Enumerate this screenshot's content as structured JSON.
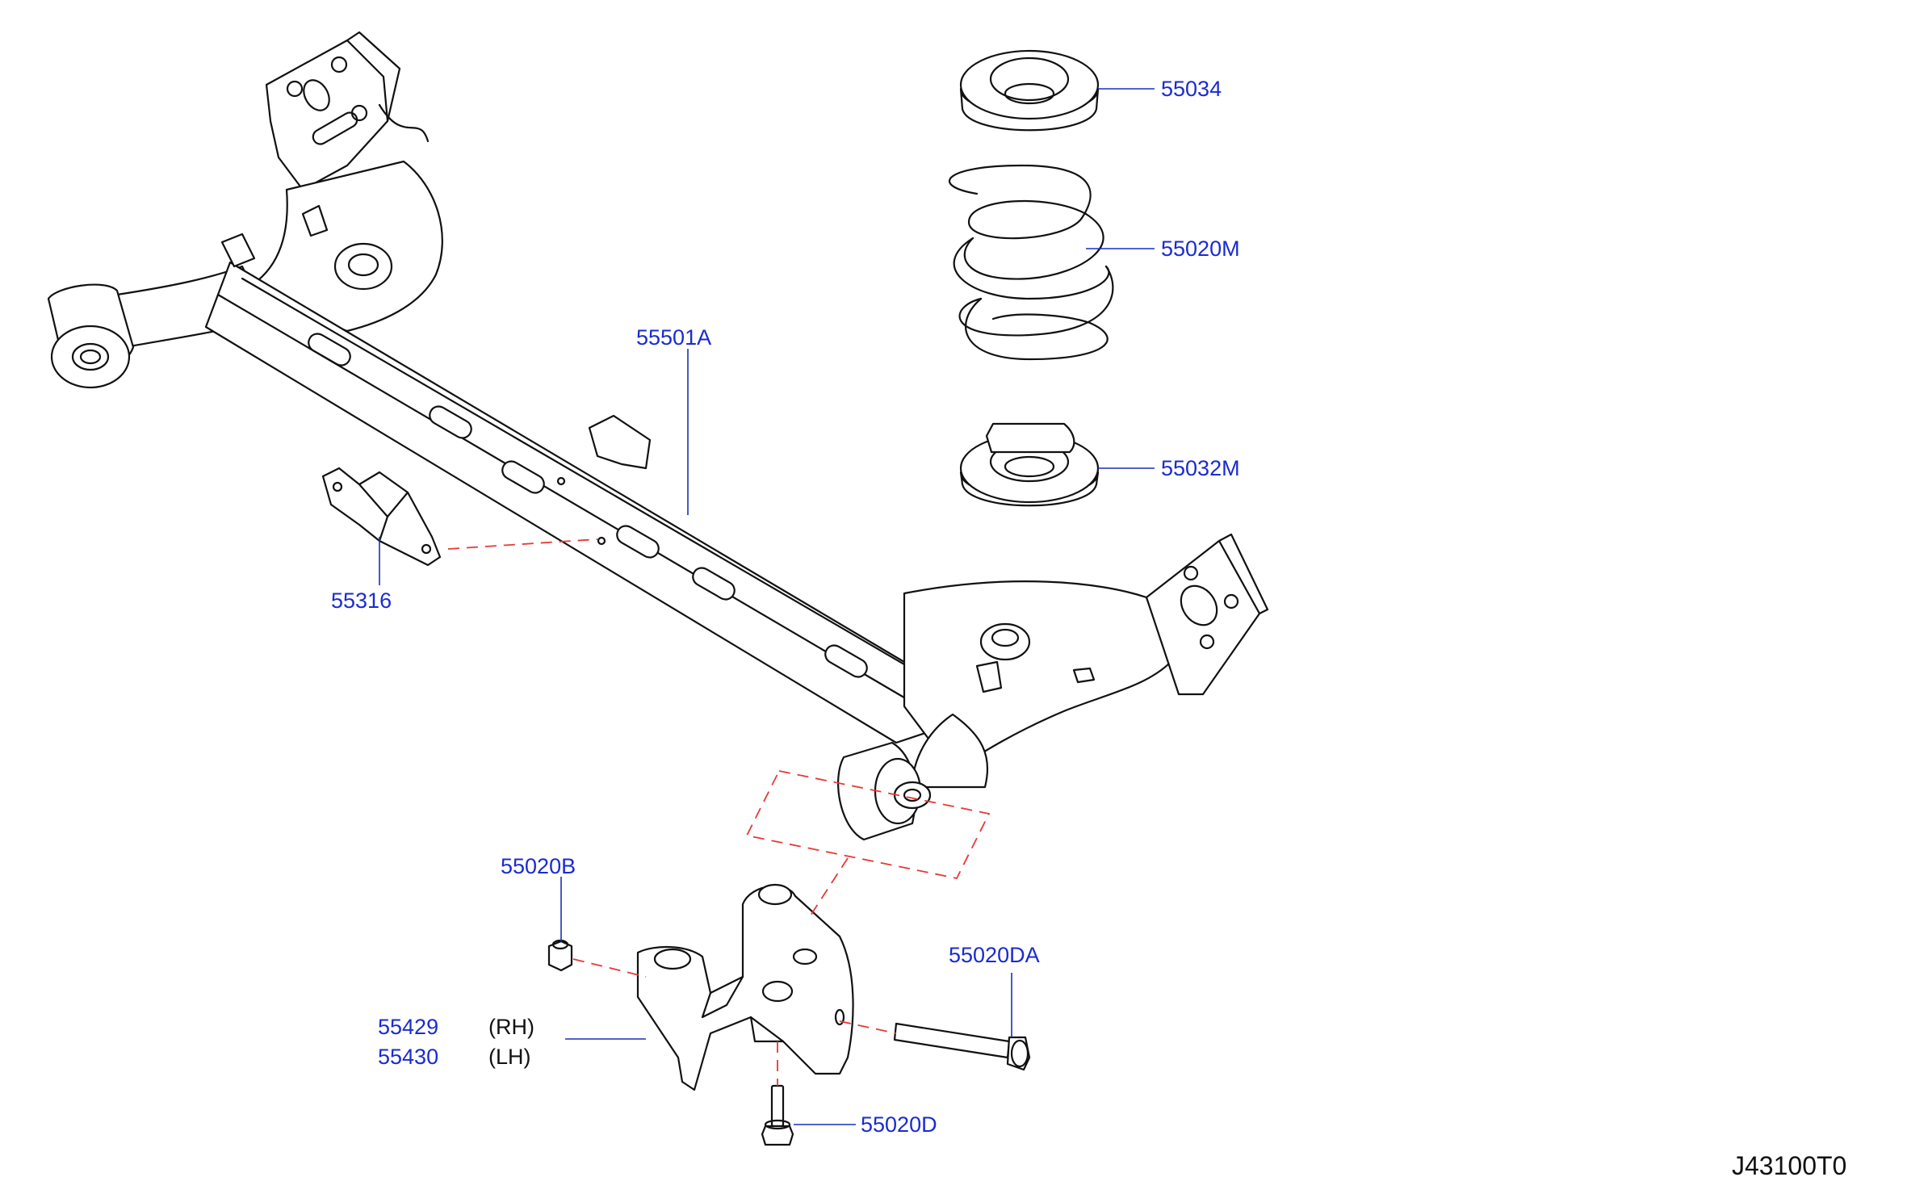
{
  "diagram_code": "J43100T0",
  "parts": [
    {
      "number": "55034",
      "side": ""
    },
    {
      "number": "55020M",
      "side": ""
    },
    {
      "number": "55501A",
      "side": ""
    },
    {
      "number": "55032M",
      "side": ""
    },
    {
      "number": "55316",
      "side": ""
    },
    {
      "number": "55020B",
      "side": ""
    },
    {
      "number": "55020DA",
      "side": ""
    },
    {
      "number": "55429",
      "side": "(RH)"
    },
    {
      "number": "55430",
      "side": "(LH)"
    },
    {
      "number": "55020D",
      "side": ""
    }
  ],
  "colors": {
    "label": "#1a2bd0",
    "leader": "#1c2fb8",
    "dashed": "#e53935",
    "line": "#111111"
  }
}
